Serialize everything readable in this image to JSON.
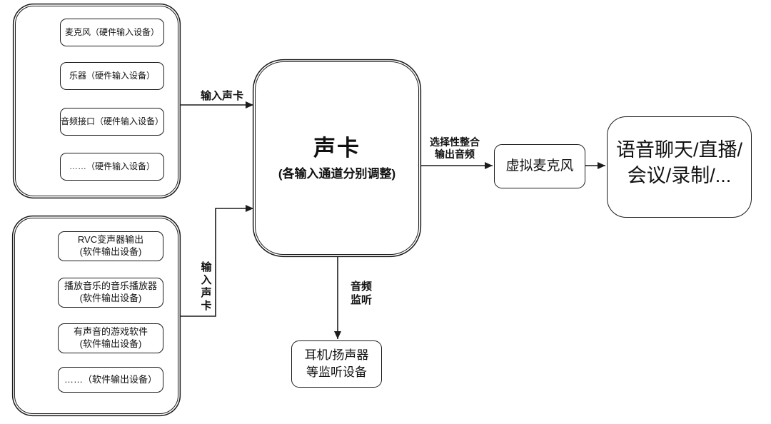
{
  "diagram": {
    "hardware_group": {
      "items": [
        "麦克风（硬件输入设备）",
        "乐器（硬件输入设备）",
        "音频接口（硬件输入设备）",
        "……（硬件输入设备）"
      ]
    },
    "software_group": {
      "items": [
        "RVC变声器输出\n(软件输出设备)",
        "播放音乐的音乐播放器\n(软件输出设备)",
        "有声音的游戏软件\n(软件输出设备)",
        "……（软件输出设备）"
      ]
    },
    "sound_card": {
      "title": "声卡",
      "subtitle": "(各输入通道分别调整)"
    },
    "virtual_mic_label": "虚拟麦克风",
    "apps_label": "语音聊天/直播/\n会议/录制/...",
    "monitor_device_label": "耳机/扬声器\n等监听设备",
    "edge_labels": {
      "hardware_to_card": "输入声卡",
      "software_to_card": "输\n入\n声\n卡",
      "card_to_virtual_mic": "选择性整合\n输出音频",
      "card_to_monitor": "音频\n监听"
    },
    "colors": {
      "stroke": "#1c1c1c",
      "background": "#ffffff"
    }
  }
}
